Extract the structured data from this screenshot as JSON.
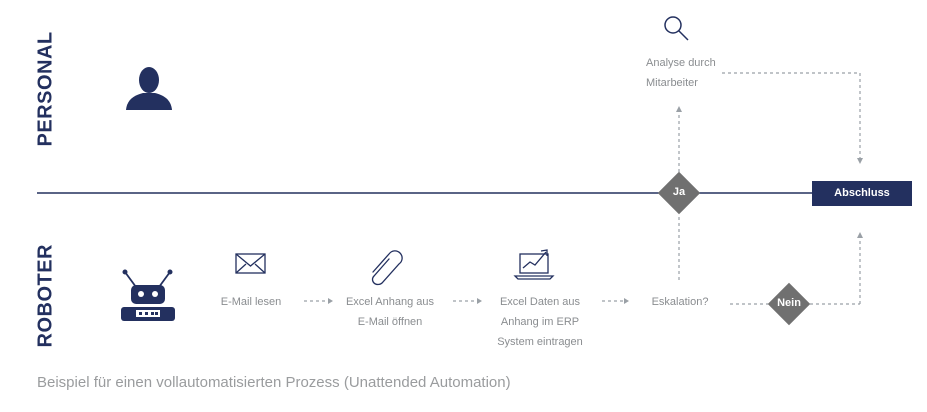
{
  "lanes": {
    "top": "PERSONAL",
    "bottom": "ROBOTER"
  },
  "steps": {
    "email": "E-Mail lesen",
    "excel_line1": "Excel Anhang aus",
    "excel_line2": "E-Mail öffnen",
    "erp_line1": "Excel Daten aus",
    "erp_line2": "Anhang im ERP",
    "erp_line3": "System eintragen",
    "escalation": "Eskalation?",
    "analysis_line1": "Analyse durch",
    "analysis_line2": "Mitarbeiter"
  },
  "decisions": {
    "yes": "Ja",
    "no": "Nein"
  },
  "end_label": "Abschluss",
  "caption": "Beispiel für einen vollautomatisierten Prozess (Unattended Automation)",
  "colors": {
    "navy": "#23305f",
    "gray": "#707070",
    "line": "#23305f",
    "dotted": "#b5b8bb"
  },
  "icons": [
    "person-icon",
    "robot-icon",
    "mail-icon",
    "paperclip-icon",
    "chart-laptop-icon",
    "magnifier-icon"
  ]
}
